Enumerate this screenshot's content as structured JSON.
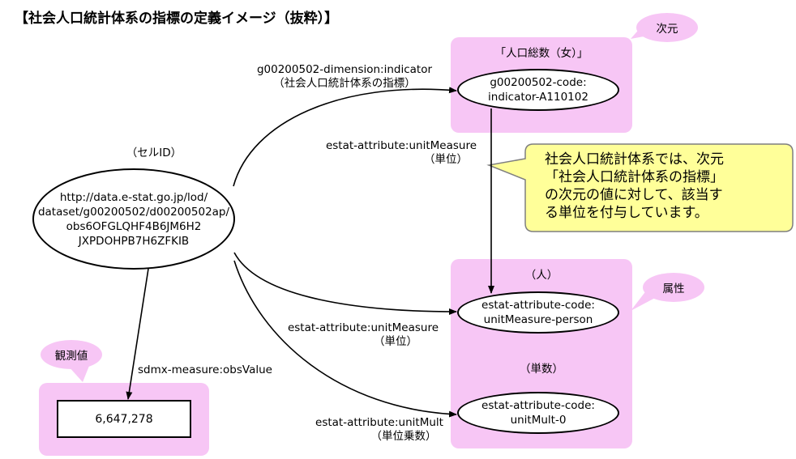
{
  "title": "【社会人口統計体系の指標の定義イメージ（抜粋）】",
  "cell": {
    "caption": "（セルID）",
    "lines": [
      "http://data.e-stat.go.jp/lod/",
      "dataset/g00200502/d00200502ap/",
      "obs6OFGLQHF4B6JM6H2",
      "JXPDOHPB7H6ZFKIB"
    ]
  },
  "dimension": {
    "tag": "次元",
    "caption": "「人口総数（女）」",
    "lines": [
      "g00200502-code:",
      "indicator-A110102"
    ]
  },
  "attributes": {
    "tag": "属性",
    "person_caption": "（人）",
    "person_lines": [
      "estat-attribute-code:",
      "unitMeasure-person"
    ],
    "mult_caption": "（単数）",
    "mult_lines": [
      "estat-attribute-code:",
      "unitMult-0"
    ]
  },
  "observation": {
    "tag": "観測値",
    "value": "6,647,278"
  },
  "edges": {
    "indicator": [
      "g00200502-dimension:indicator",
      "（社会人口統計体系の指標）"
    ],
    "unit_from_dim": [
      "estat-attribute:unitMeasure",
      "（単位）"
    ],
    "unit_from_cell": [
      "estat-attribute:unitMeasure",
      "（単位）"
    ],
    "mult": [
      "estat-attribute:unitMult",
      "（単位乗数）"
    ],
    "obs": [
      "sdmx-measure:obsValue"
    ]
  },
  "callout": {
    "lines": [
      "社会人口統計体系では、次元",
      "「社会人口統計体系の指標」",
      "の次元の値に対して、該当す",
      "る単位を付与しています。"
    ]
  },
  "colors": {
    "pink_region": "#f7c6f5",
    "callout_fill": "#ffff99",
    "callout_border": "#7f7f7f"
  }
}
